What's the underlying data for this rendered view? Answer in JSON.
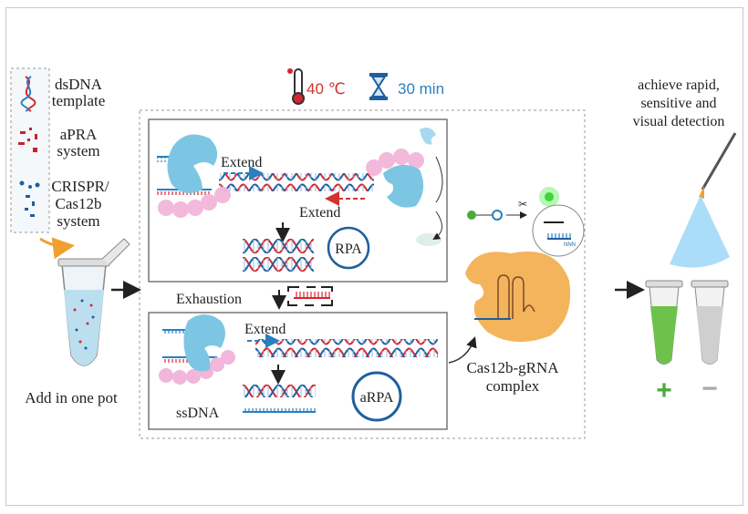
{
  "legend": {
    "items": [
      {
        "line1": "dsDNA",
        "line2": "template",
        "icon": "dna-helix-icon"
      },
      {
        "line1": "aPRA",
        "line2": "system",
        "icon": "red-reagent-dots-icon"
      },
      {
        "line1": "CRISPR/",
        "line2": "Cas12b",
        "line3": "system",
        "icon": "blue-reagent-dots-icon"
      }
    ]
  },
  "tube_label": "Add in one pot",
  "conditions": {
    "temperature": "40 ℃",
    "time": "30 min",
    "temp_color": "#d0342c",
    "time_color": "#2a7fc0"
  },
  "top_panel": {
    "extend_1": "Extend",
    "extend_2": "Extend",
    "cycle_label": "RPA"
  },
  "exhaustion_label": "Exhaustion",
  "bottom_panel": {
    "extend": "Extend",
    "ssdna_label": "ssDNA",
    "cycle_label": "aRPA"
  },
  "complex_label": {
    "line1": "Cas12b-gRNA",
    "line2": "complex"
  },
  "gRNA_tag": "NNN",
  "result": {
    "line1": "achieve rapid,",
    "line2": "sensitive and",
    "line3": "visual detection",
    "positive": "+",
    "negative": "−"
  },
  "colors": {
    "dna_red": "#d7262f",
    "dna_blue": "#1f5f9e",
    "polymerase": "#7cc6e4",
    "ssb": "#f2b6da",
    "cas12b": "#f3b45c",
    "positive_green": "#5cc24a"
  }
}
